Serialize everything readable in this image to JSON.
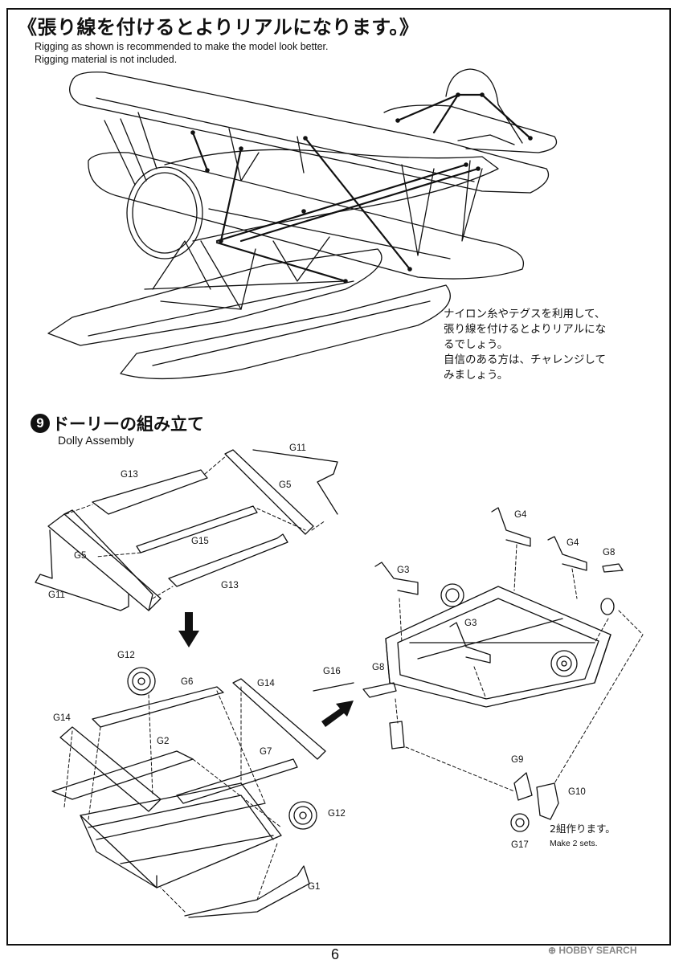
{
  "title": "《張り線を付けるとよりリアルになります。》",
  "rigging_en": [
    "Rigging as shown is recommended to make the model look better.",
    "Rigging material is not included."
  ],
  "rigging_jp": [
    "ナイロン糸やテグスを利用して、",
    "張り線を付けるとよりリアルにな",
    "るでしょう。",
    "自信のある方は、チャレンジして",
    "みましょう。"
  ],
  "step": {
    "number": "9",
    "title_jp": "ドーリーの組み立て",
    "title_en": "Dolly Assembly"
  },
  "part_labels": {
    "g11a": "G11",
    "g13a": "G13",
    "g5a": "G5",
    "g15": "G15",
    "g5b": "G5",
    "g13b": "G13",
    "g11b": "G11",
    "g4a": "G4",
    "g4b": "G4",
    "g8a": "G8",
    "g3a": "G3",
    "g3b": "G3",
    "g16": "G16",
    "g8b": "G8",
    "g12a": "G12",
    "g6": "G6",
    "g14a": "G14",
    "g14b": "G14",
    "g2": "G2",
    "g7": "G7",
    "g12b": "G12",
    "g1": "G1",
    "g9": "G9",
    "g10": "G10",
    "g17": "G17"
  },
  "sets_note": {
    "jp": "2組作ります。",
    "en": "Make 2 sets."
  },
  "page_number": "6",
  "watermark": "HOBBY SEARCH"
}
